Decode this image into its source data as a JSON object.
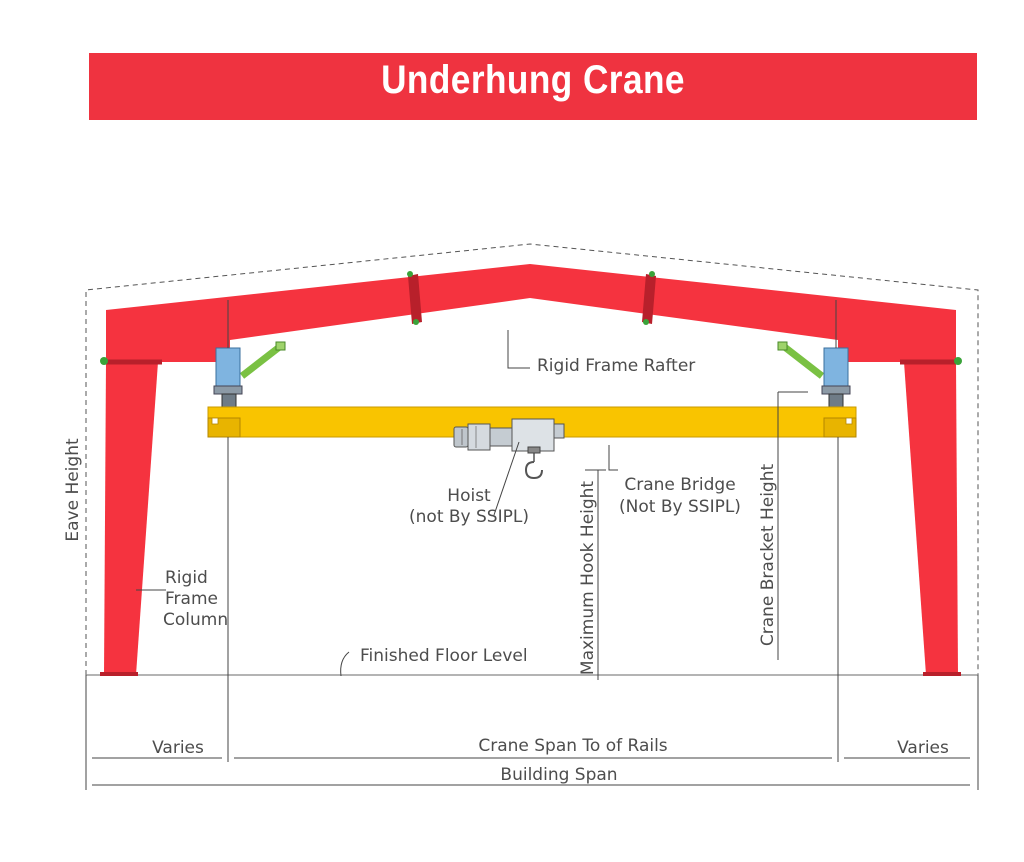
{
  "title": "Underhung Crane",
  "colors": {
    "frame": "#f5333f",
    "bridge": "#f9c400",
    "bracket": "#7fb4e0",
    "brace": "#7ac143",
    "banner": "#ef3340"
  },
  "labels": {
    "rafter": "Rigid Frame Rafter",
    "hoist_line1": "Hoist",
    "hoist_line2": "(not By SSIPL)",
    "bridge_line1": "Crane Bridge",
    "bridge_line2": "(Not By SSIPL)",
    "eave_height": "Eave Height",
    "column_line1": "Rigid",
    "column_line2": "Frame",
    "column_line3": "Column",
    "floor": "Finished Floor Level",
    "hook_height": "Maximum Hook Height",
    "bracket_height": "Crane Bracket Height",
    "varies_left": "Varies",
    "crane_span": "Crane Span To of Rails",
    "varies_right": "Varies",
    "building_span": "Building Span"
  }
}
